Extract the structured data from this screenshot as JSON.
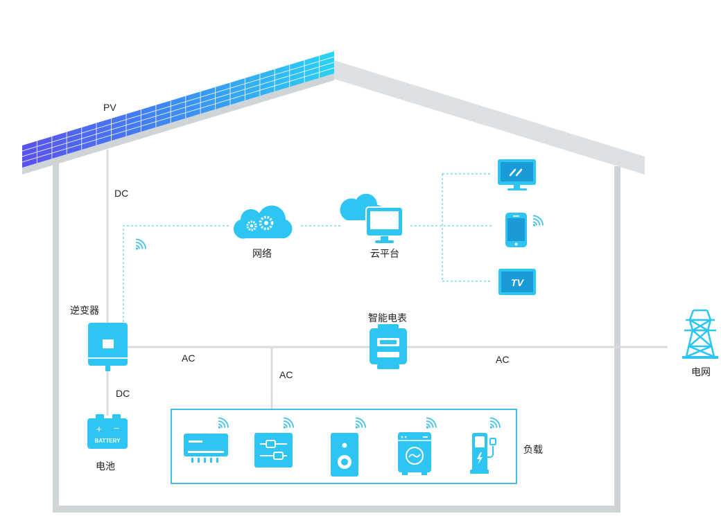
{
  "labels": {
    "pv": "PV",
    "dc_top": "DC",
    "dc_bottom": "DC",
    "inverter": "逆变器",
    "battery": "电池",
    "battery_text": "BATTERY",
    "battery_plus": "+",
    "battery_minus": "−",
    "network": "网络",
    "cloud_platform": "云平台",
    "smart_meter": "智能电表",
    "ac_left": "AC",
    "ac_middle": "AC",
    "ac_right": "AC",
    "grid": "电网",
    "load": "负载",
    "tv_text": "TV"
  },
  "icons": {
    "solar_panel": "solar-panel-icon",
    "inverter": "inverter-icon",
    "battery": "battery-icon",
    "network": "cloud-gear-icon",
    "cloud_platform": "cloud-monitor-icon",
    "monitor": "monitor-icon",
    "phone": "smartphone-icon",
    "tv": "tv-icon",
    "meter": "smart-meter-icon",
    "grid": "power-tower-icon",
    "loads": [
      "air-conditioner-icon",
      "control-panel-icon",
      "speaker-icon",
      "washing-machine-icon",
      "ev-charger-icon"
    ],
    "wifi": "wifi-icon"
  },
  "colors": {
    "accent": "#2ec5f2",
    "accent_dark": "#1a9fd8",
    "solar_start": "#5a4ff0",
    "solar_end": "#29d3f6",
    "house": "#d3d8da",
    "roof": "#dde1e3",
    "line": "#d9dcde",
    "dash": "#3fc0ea",
    "text": "#222222"
  }
}
